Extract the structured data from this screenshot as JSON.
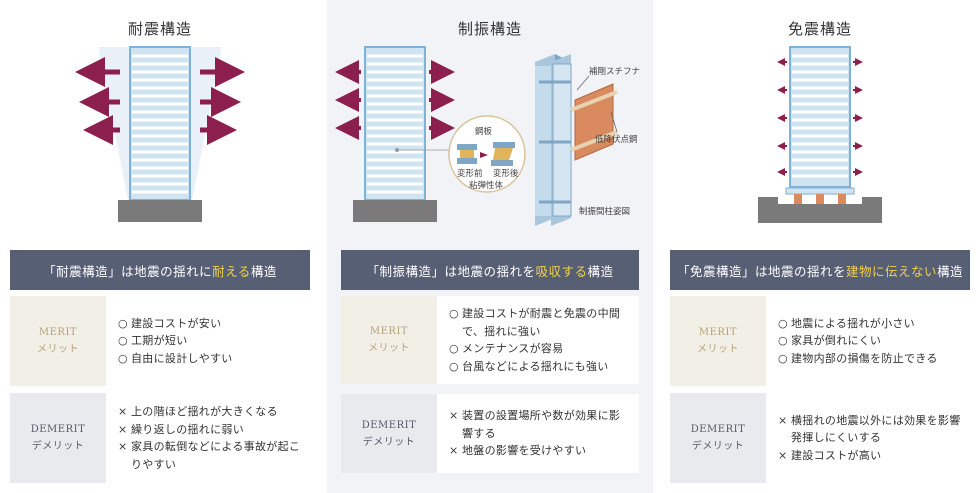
{
  "columns": [
    {
      "title": "耐震構造",
      "headline": {
        "pre": "「耐震構造」は地震の揺れに",
        "hl": "耐える",
        "post": "構造"
      },
      "merit": {
        "en": "MERIT",
        "ja": "メリット",
        "items": [
          "建設コストが安い",
          "工期が短い",
          "自由に設計しやすい"
        ]
      },
      "demerit": {
        "en": "DEMERIT",
        "ja": "デメリット",
        "items": [
          "上の階ほど揺れが大きくなる",
          "繰り返しの揺れに弱い",
          "家具の転倒などによる事故が起こりやすい"
        ]
      }
    },
    {
      "title": "制振構造",
      "headline": {
        "pre": "「制振構造」は地震の揺れを",
        "hl": "吸収する",
        "post": "構造"
      },
      "merit": {
        "en": "MERIT",
        "ja": "メリット",
        "items": [
          "建設コストが耐震と免震の中間で、揺れに強い",
          "メンテナンスが容易",
          "台風などによる揺れにも強い"
        ]
      },
      "demerit": {
        "en": "DEMERIT",
        "ja": "デメリット",
        "items": [
          "装置の設置場所や数が効果に影響する",
          "地盤の影響を受けやすい"
        ]
      }
    },
    {
      "title": "免震構造",
      "headline": {
        "pre": "「免震構造」は地震の揺れを",
        "hl": "建物に伝えない",
        "post": "構造"
      },
      "merit": {
        "en": "MERIT",
        "ja": "メリット",
        "items": [
          "地震による揺れが小さい",
          "家具が倒れにくい",
          "建物内部の損傷を防止できる"
        ]
      },
      "demerit": {
        "en": "DEMERIT",
        "ja": "デメリット",
        "items": [
          "横揺れの地震以外には効果を影響発揮しにくいする",
          "建設コストが高い"
        ]
      }
    }
  ],
  "markers": {
    "merit": "○",
    "demerit": "×"
  },
  "callouts": {
    "steel_plate": "鋼板",
    "before": "変形前",
    "after": "変形後",
    "viscoelastic": "粘弾性体",
    "stiffener": "補剛スチフナ",
    "low_yield": "低降伏点鋼",
    "damper_fig": "制振間柱姿図"
  },
  "colors": {
    "header_bg": "#575f74",
    "highlight": "#f2d24b",
    "arrow": "#8c1f4e",
    "building": "#7fb2d8",
    "merit_label": "#b7a27a"
  }
}
